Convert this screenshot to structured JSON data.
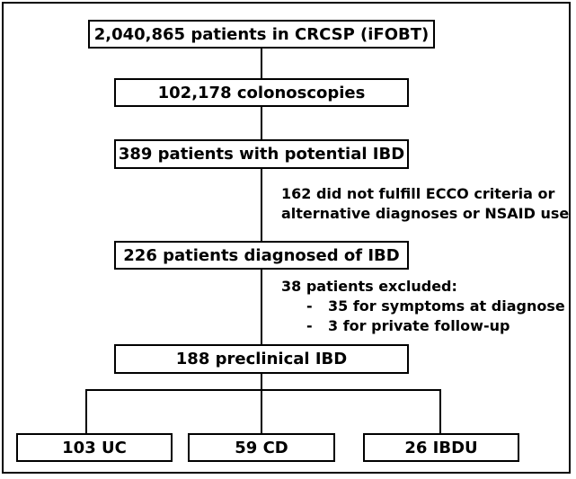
{
  "flowchart": {
    "boxes": {
      "screened": "2,040,865 patients in CRCSP (iFOBT)",
      "colonoscopies": "102,178 colonoscopies",
      "potential_ibd": "389 patients with potential IBD",
      "diagnosed_ibd": "226 patients diagnosed of IBD",
      "preclinical_ibd": "188 preclinical IBD",
      "uc": "103 UC",
      "cd": "59 CD",
      "ibdu": "26 IBDU"
    },
    "exclusion_1": {
      "line1": "162 did not fulfill ECCO criteria or",
      "line2": "alternative diagnoses or NSAID use"
    },
    "exclusion_2": {
      "title": "38 patients excluded:",
      "items": [
        {
          "dash": "-",
          "text": "35 for symptoms at diagnose"
        },
        {
          "dash": "-",
          "text": "3 for private follow-up"
        }
      ]
    }
  }
}
